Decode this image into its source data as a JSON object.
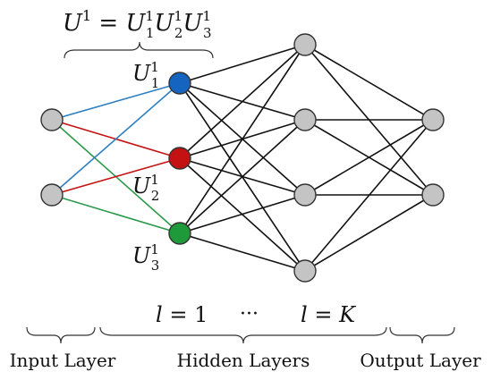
{
  "colors": {
    "node_default": "#c4c4c4",
    "node_u1": "#1565c0",
    "node_u2": "#c41212",
    "node_u3": "#1f9a3a",
    "edge_default": "#111111",
    "edge_blue": "#2e7fc0",
    "edge_red": "#c41212",
    "edge_green": "#2b9a4a"
  },
  "formula": {
    "lhs": "U",
    "lhs_sup": "1",
    "eq": " = ",
    "terms": [
      {
        "base": "U",
        "sub": "1",
        "sup": "1"
      },
      {
        "base": "U",
        "sub": "2",
        "sup": "1"
      },
      {
        "base": "U",
        "sub": "3",
        "sup": "1"
      }
    ]
  },
  "node_labels": [
    {
      "base": "U",
      "sub": "1",
      "sup": "1"
    },
    {
      "base": "U",
      "sub": "2",
      "sup": "1"
    },
    {
      "base": "U",
      "sub": "3",
      "sup": "1"
    }
  ],
  "layer_index": {
    "left": {
      "var": "l",
      "eq": " = ",
      "val": "1"
    },
    "dots": "···",
    "right": {
      "var": "l",
      "eq": " = ",
      "val": "K"
    }
  },
  "groups": {
    "input": "Input Layer",
    "hidden": "Hidden Layers",
    "output": "Output Layer"
  }
}
